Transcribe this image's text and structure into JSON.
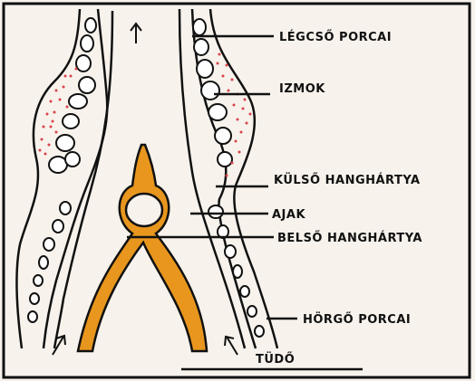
{
  "labels": {
    "legcso_porcai": "LÉGCSŐ PORCAI",
    "izmok": "IZMOK",
    "kulso_hanghartya": "KÜLSŐ HANGHÁRTYA",
    "ajak": "AJAK",
    "belso_hanghartya": "BELSŐ HANGHÁRTYA",
    "horgo_porcai": "HÖRGŐ PORCAI",
    "tudo": "TÜDŐ"
  },
  "colors": {
    "outline": "#111111",
    "muscle_dots": "#d9434a",
    "membrane": "#e8961e",
    "background": "#f7f2ec"
  }
}
